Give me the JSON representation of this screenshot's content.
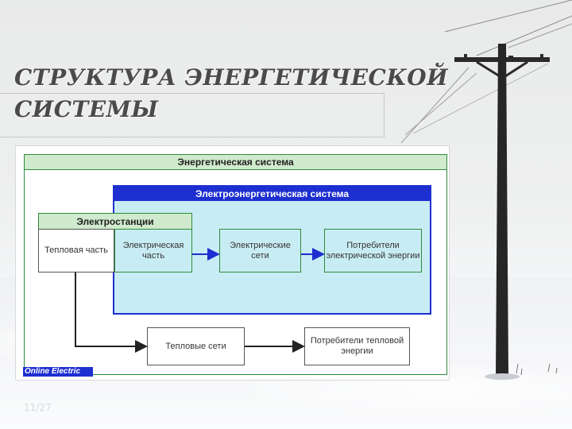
{
  "slide": {
    "title_line1": "СТРУКТУРА ЭНЕРГЕТИЧЕСКОЙ",
    "title_line2": "СИСТЕМЫ",
    "page_number": "11/27"
  },
  "diagram": {
    "outer_system": "Энергетическая система",
    "electric_system": "Электроэнергетическая система",
    "stations": "Электростанции",
    "thermal_part": "Тепловая часть",
    "electric_part": "Электрическая часть",
    "electric_networks": "Электрические сети",
    "electric_consumers": "Потребители электрической энергии",
    "heat_networks": "Тепловые сети",
    "heat_consumers": "Потребители тепловой энергии",
    "brand": "Online Electric"
  },
  "colors": {
    "green_border": "#2f8a3c",
    "green_fill": "#cfeacc",
    "blue_border": "#1d2fd0",
    "cyan_fill": "#c8ecf4"
  }
}
